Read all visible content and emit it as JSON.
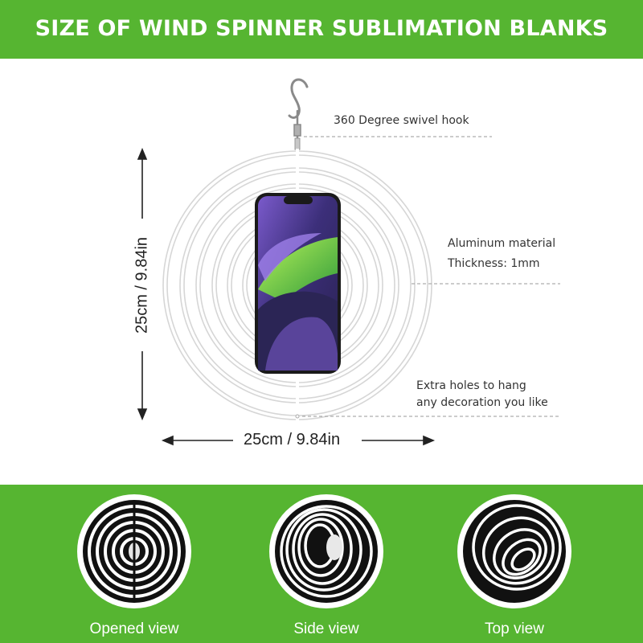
{
  "title": "SIZE OF WIND SPINNER SUBLIMATION BLANKS",
  "callouts": {
    "hook": "360 Degree swivel hook",
    "material_line1": "Aluminum material",
    "material_line2": "Thickness: 1mm",
    "holes_line1": "Extra holes to hang",
    "holes_line2": "any decoration you like"
  },
  "dimensions": {
    "height": "25cm / 9.84in",
    "width": "25cm / 9.84in"
  },
  "views": [
    {
      "label": "Opened view"
    },
    {
      "label": "Side view"
    },
    {
      "label": "Top view"
    }
  ],
  "colors": {
    "banner_green": "#56b531",
    "ring_gray": "#d9d9d9"
  }
}
